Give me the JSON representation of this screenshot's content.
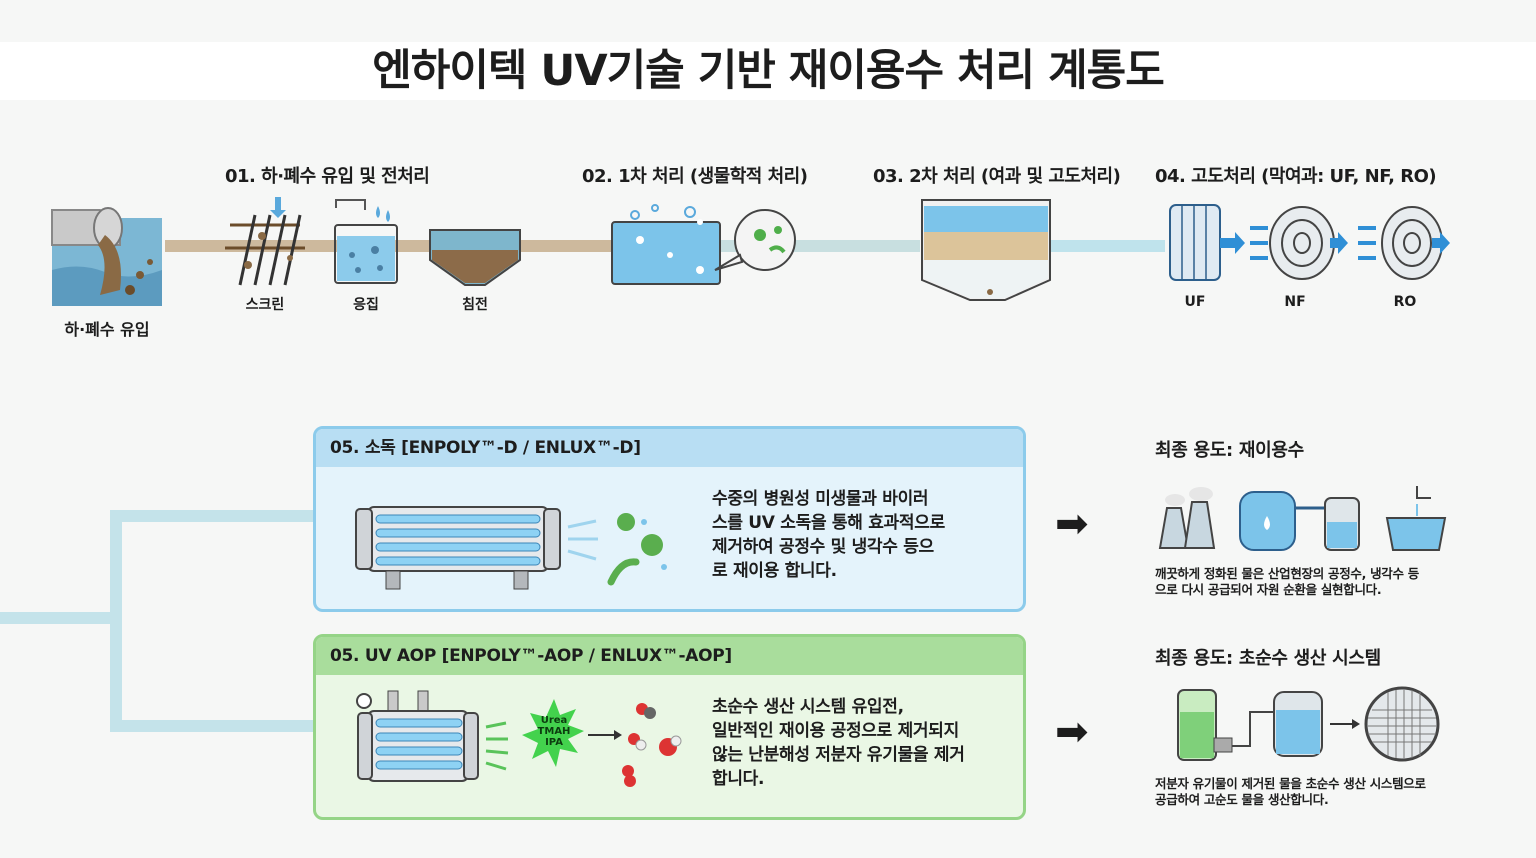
{
  "title": "엔하이텍 UV기술 기반 재이용수 처리 계통도",
  "inflow": {
    "label": "하·폐수 유입"
  },
  "stages": {
    "s1": {
      "title": "01. 하·폐수 유입 및 전처리",
      "items": [
        "스크린",
        "응집",
        "침전"
      ]
    },
    "s2": {
      "title": "02. 1차 처리 (생물학적 처리)"
    },
    "s3": {
      "title": "03. 2차 처리 (여과 및 고도처리)"
    },
    "s4": {
      "title": "04. 고도처리 (막여과: UF, NF, RO)",
      "items": [
        "UF",
        "NF",
        "RO"
      ]
    }
  },
  "disinfection": {
    "title": "05. 소독 [ENPOLY™-D / ENLUX™-D]",
    "text": "수중의 병원성 미생물과 바이러\n스를 UV 소독을 통해 효과적으로\n제거하여 공정수 및 냉각수 등으\n로 재이용 합니다."
  },
  "aop": {
    "title": "05. UV AOP [ENPOLY™-AOP / ENLUX™-AOP]",
    "text": "초순수 생산 시스템 유입전,\n일반적인 재이용 공정으로 제거되지\n않는 난분해성 저분자 유기물을 제거\n합니다.",
    "burst": [
      "Urea",
      "TMAH",
      "IPA"
    ]
  },
  "use1": {
    "title": "최종 용도: 재이용수",
    "desc": "깨끗하게 정화된 물은 산업현장의 공정수, 냉각수 등\n으로 다시 공급되어 자원 순환을 실현합니다."
  },
  "use2": {
    "title": "최종 용도: 초순수 생산 시스템",
    "desc": "저분자 유기물이 제거된 물을 초순수 생산 시스템으로\n공급하여 고순도 물을 생산합니다."
  },
  "colors": {
    "blue_panel_border": "#8ccbeb",
    "blue_panel_head": "#b8def3",
    "blue_panel_body": "#e4f3fb",
    "green_panel_border": "#95d487",
    "green_panel_head": "#a9dd9c",
    "green_panel_body": "#eaf7e5",
    "water": "#7cc4ea",
    "pipe_murky": "#c9b497",
    "pipe_clean": "#c4e3ea"
  }
}
